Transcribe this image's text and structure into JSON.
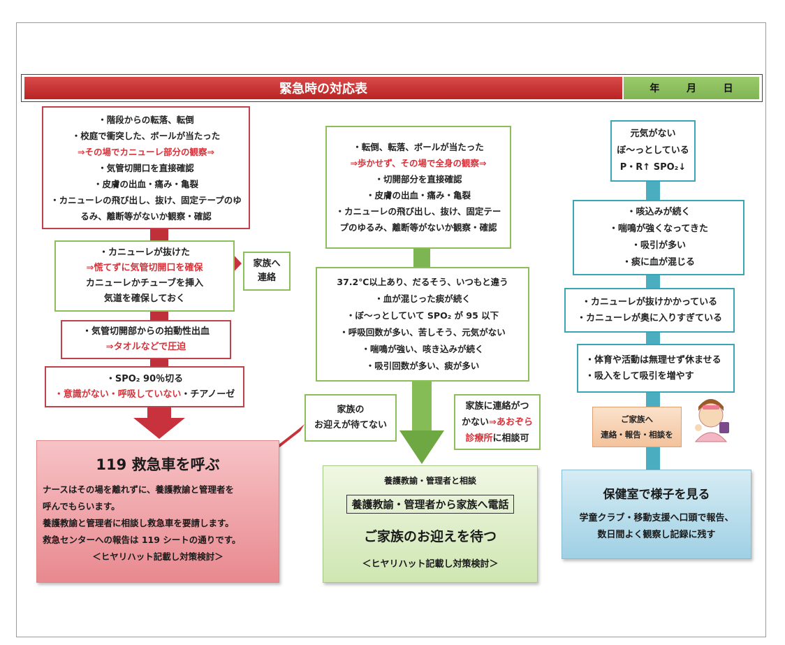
{
  "title": "緊急時の対応表",
  "date_labels": [
    "年",
    "月",
    "日"
  ],
  "left": {
    "box1": [
      "・階段からの転落、転倒",
      "・校庭で衝突した、ボールが当たった",
      "⇒その場でカニューレ部分の観察⇒",
      "・気管切開口を直接確認",
      "・皮膚の出血・痛み・亀裂",
      "・カニューレの飛び出し、抜け、固定テープのゆ",
      "るみ、離断等がないか観察・確認"
    ],
    "box2": [
      "・カニューレが抜けた",
      "⇒慌てずに気管切開口を確保",
      "カニューレかチューブを挿入",
      "気道を確保しておく"
    ],
    "family_box": [
      "家族へ",
      "連絡"
    ],
    "box3": [
      "・気管切開部からの拍動性出血",
      "⇒タオルなどで圧迫"
    ],
    "box4_line1": "・SPO₂ 90％切る",
    "box4_red1": "・意識がない・",
    "box4_red2": "呼吸していない",
    "box4_tail": "・チアノーゼ",
    "big_title": "119 救急車を呼ぶ",
    "big_lines": [
      "ナースはその場を離れずに、養護教諭と管理者を",
      "呼んでもらいます。",
      "養護教諭と管理者に相談し救急車を要請します。",
      "救急センターへの報告は 119 シートの通りです。",
      "＜ヒヤリハット記載し対策検討＞"
    ]
  },
  "middle": {
    "box1": [
      "・転倒、転落、ボールが当たった",
      "⇒歩かせず、その場で全身の観察⇒",
      "・切開部分を直接確認",
      "・皮膚の出血・痛み・亀裂",
      "・カニューレの飛び出し、抜け、固定テー",
      "プのゆるみ、離断等がないか観察・確認"
    ],
    "box2": [
      "37.2℃以上あり、だるそう、いつもと違う",
      "・血が混じった痰が続く",
      "・ぼ～っとしていて SPO₂ が 95 以下",
      "・呼吸回数が多い、苦しそう、元気がない",
      "・喘鳴が強い、咳き込みが続く",
      "・吸引回数が多い、痰が多い"
    ],
    "wait_box": [
      "家族の",
      "お迎えが待てない"
    ],
    "contact_box_line1": "家族に連絡がつ",
    "contact_box_line2a": "かない",
    "contact_box_line2b": "⇒あおぞら",
    "contact_box_line3a": "診療所",
    "contact_box_line3b": "に相談可",
    "big_line1": "養護教諭・管理者と相談",
    "big_line2": "養護教諭・管理者から家族へ電話",
    "big_line3": "ご家族のお迎えを待つ",
    "big_line4": "＜ヒヤリハット記載し対策検討＞"
  },
  "right": {
    "box1": [
      "元気がない",
      "ぼ～っとしている",
      "P・R↑ SPO₂↓"
    ],
    "box2": [
      "・咳込みが続く",
      "・喘鳴が強くなってきた",
      "・吸引が多い",
      "・痰に血が混じる"
    ],
    "box3": [
      "・カニューレが抜けかかっている",
      "・カニューレが奥に入りすぎている"
    ],
    "box4": [
      "・体育や活動は無理せず休ませる",
      "・吸入をして吸引を増やす"
    ],
    "family_note": [
      "ご家族へ",
      "連絡・報告・相談を"
    ],
    "big_title": "保健室で様子を見る",
    "big_lines": [
      "学童クラブ・移動支援へ口頭で報告、",
      "数日間よく観察し記録に残す"
    ]
  },
  "colors": {
    "red_bar": "#c0303a",
    "green_bar": "#8cbf5a",
    "teal_bar": "#4aaec0",
    "accent_red": "#d8323a"
  }
}
